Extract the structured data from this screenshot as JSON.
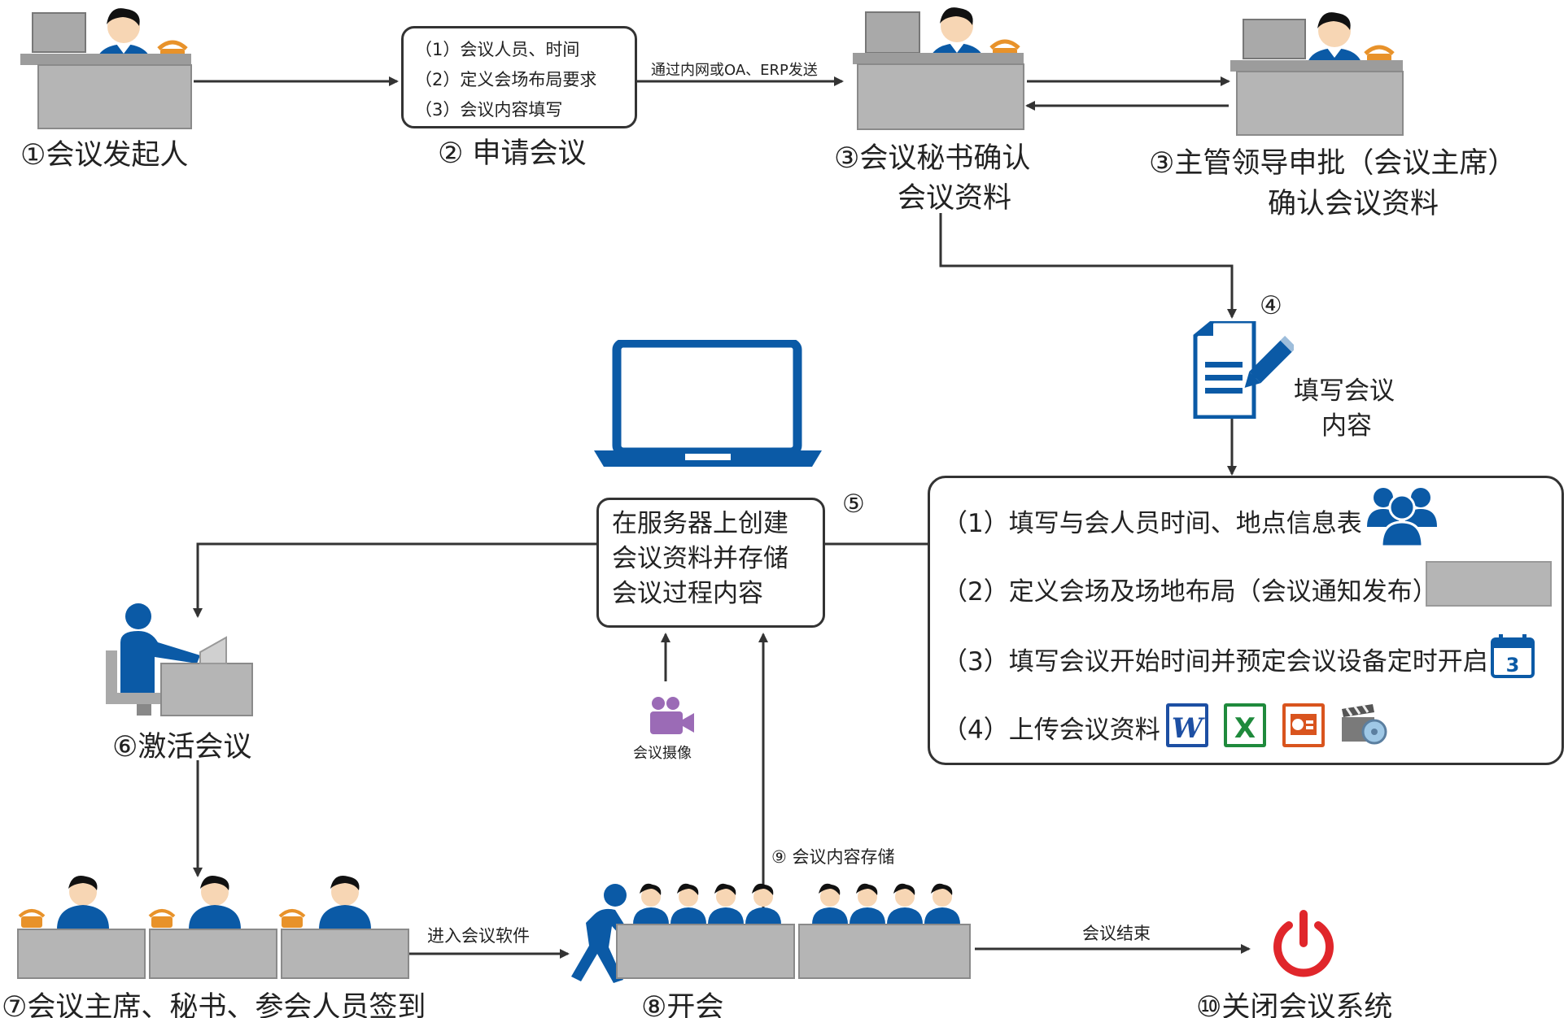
{
  "nodes": {
    "initiator": {
      "label": "①会议发起人"
    },
    "apply": {
      "label": "② 申请会议",
      "items": [
        "（1）会议人员、时间",
        "（2）定义会场布局要求",
        "（3）会议内容填写"
      ]
    },
    "secretary": {
      "label_line1": "③会议秘书确认",
      "label_line2": "会议资料"
    },
    "leader": {
      "label_line1": "③主管领导申批（会议主席）",
      "label_line2": "确认会议资料"
    },
    "fill": {
      "number": "④",
      "label_line1": "填写会议",
      "label_line2": "内容"
    },
    "server": {
      "number": "⑤",
      "lines": [
        "在服务器上创建",
        "会议资料并存储",
        "会议过程内容"
      ]
    },
    "details": {
      "items": [
        "（1）填写与会人员时间、地点信息表",
        "（2）定义会场及场地布局（会议通知发布）",
        "（3）填写会议开始时间并预定会议设备定时开启",
        "（4）上传会议资料"
      ],
      "calendar_day": "3"
    },
    "activate": {
      "label": "⑥激活会议"
    },
    "signin": {
      "label": "⑦会议主席、秘书、参会人员签到"
    },
    "meeting": {
      "label": "⑧开会"
    },
    "shutdown": {
      "label": "⑩关闭会议系统"
    }
  },
  "edges": {
    "send": "通过内网或OA、ERP发送",
    "camera": "会议摄像",
    "store": "⑨ 会议内容存储",
    "enter": "进入会议软件",
    "end": "会议结束"
  },
  "colors": {
    "person": "#0b5aa6",
    "desk": "#b5b5b5",
    "phone": "#e8922a",
    "camera": "#9b6bb6",
    "power": "#e0262b",
    "line": "#333333"
  }
}
